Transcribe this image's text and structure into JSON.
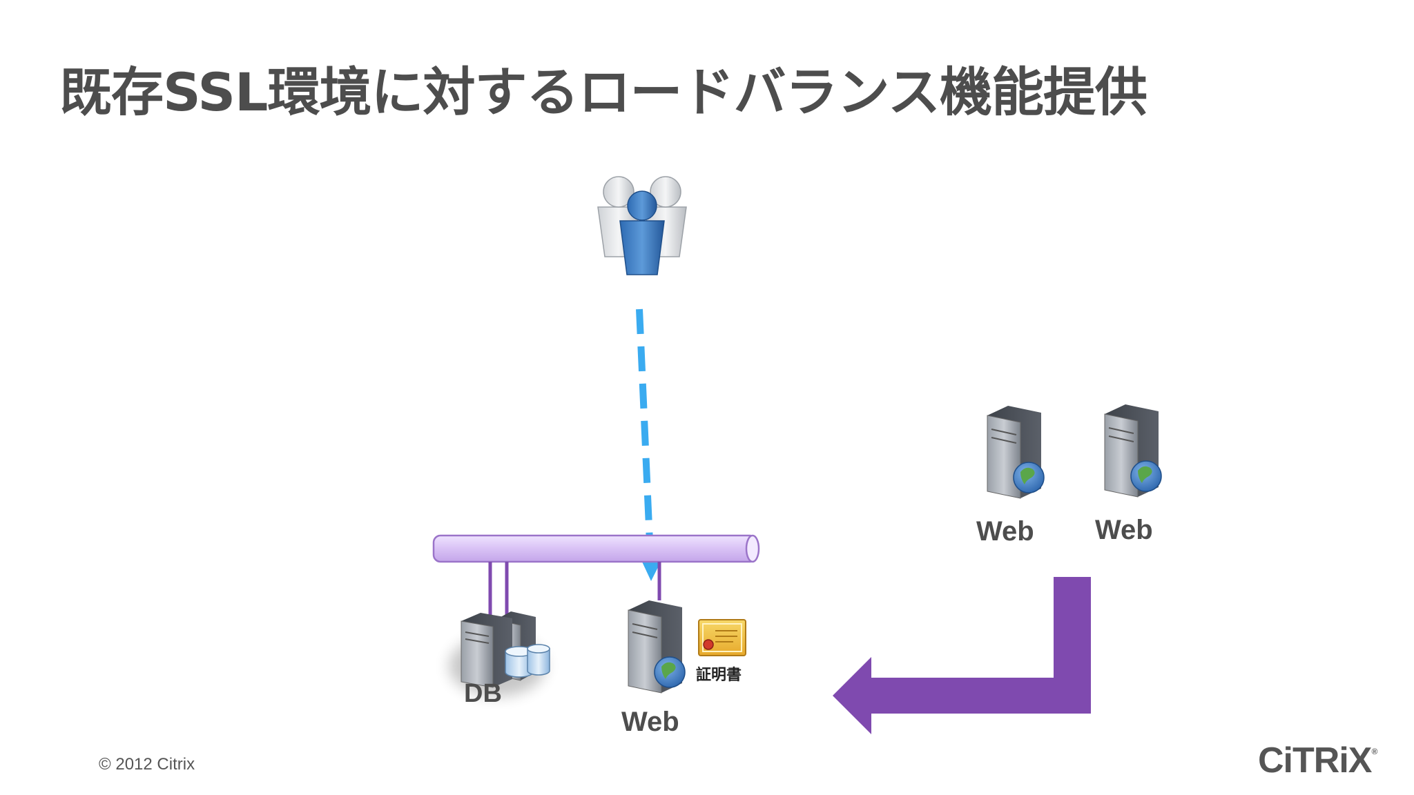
{
  "slide": {
    "title": "既存SSL環境に対するロードバランス機能提供",
    "copyright": "© 2012 Citrix",
    "brand": "CiTRiX",
    "brand_mark": "®"
  },
  "nodes": {
    "users": {
      "icon": "users-icon"
    },
    "db_label": "DB",
    "web_main_label": "Web",
    "certificate_label": "証明書",
    "web_new_1_label": "Web",
    "web_new_2_label": "Web"
  },
  "colors": {
    "title": "#4d4d4d",
    "network_bus": "#dcc6f7",
    "bus_stroke": "#9b74c9",
    "dashed_arrow": "#3aabf0",
    "add_arrow": "#7f4aaf",
    "server_body": "#8a8f98",
    "globe": "#3f7fc4",
    "certificate": "#f3c84a"
  }
}
